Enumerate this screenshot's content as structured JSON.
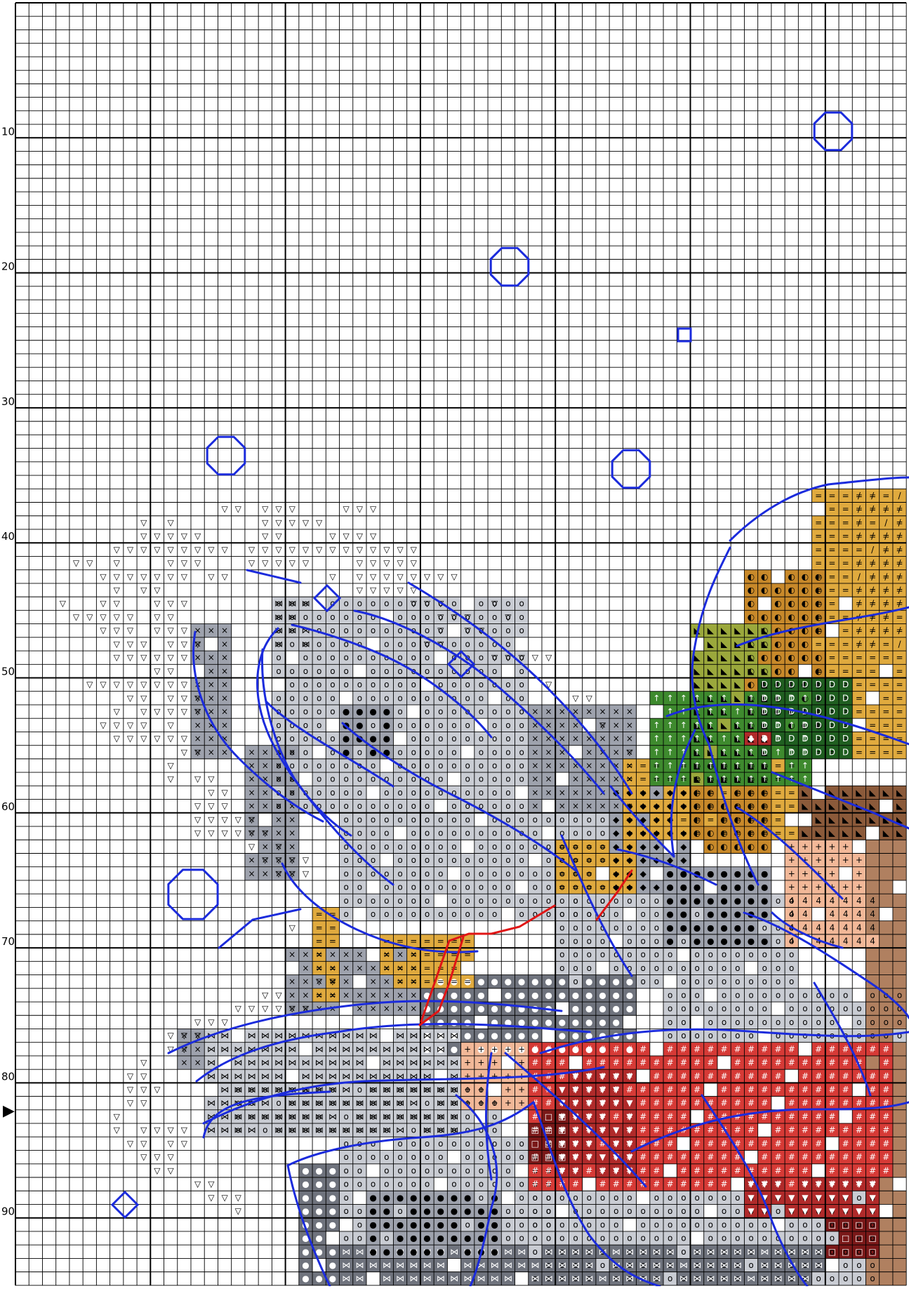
{
  "chart": {
    "title": "",
    "grid_columns": 66,
    "grid_rows": 95,
    "row_labels": [
      "10",
      "20",
      "30",
      "40",
      "50",
      "60",
      "70",
      "80",
      "90"
    ],
    "row_marker": "▶",
    "colors": {
      "grid_line": "#000000",
      "backstitch_blue": "#1b2bdc",
      "backstitch_red": "#e01515",
      "light_gray": "#c9ccd3",
      "mid_gray": "#9ea2ad",
      "dark_gray": "#6f737d",
      "gold": "#e0aa3e",
      "dark_gold": "#c8892a",
      "brown": "#8b5a3a",
      "olive": "#9ba83c",
      "green": "#3e8a2e",
      "dark_green": "#1f5e20",
      "peach": "#f2b898",
      "red": "#d63a36",
      "crimson": "#b02a2a",
      "maroon": "#7a1818",
      "tan": "#b08060"
    },
    "symbols": {
      "triangle": "▽",
      "cross": "×",
      "bowtie": "⋈",
      "circle": "o",
      "dot": "●",
      "diamond": "◆",
      "hash": "#",
      "tri_down": "▼",
      "square": "□",
      "equals": "=",
      "slash": "/",
      "half": "◐",
      "one": "1",
      "four": "4",
      "plus": "+",
      "letter_d": "D",
      "arrow_up": "↑",
      "corner": "◣",
      "target": "⊙"
    }
  }
}
